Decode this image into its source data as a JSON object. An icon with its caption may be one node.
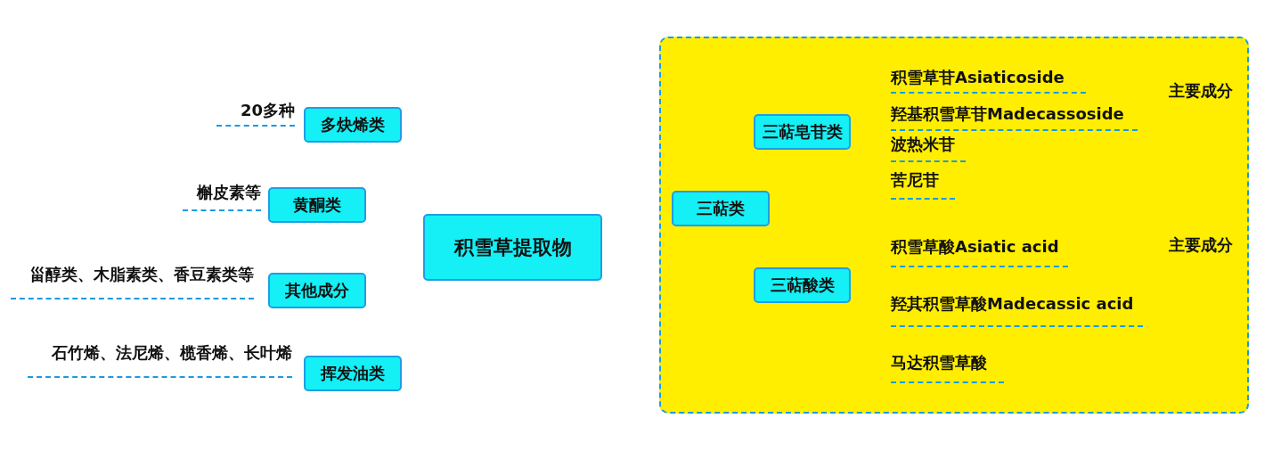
{
  "diagram": {
    "nodes": [
      {
        "text": [
          "20多种"
        ]
      },
      {
        "text": [
          "多炔烯类"
        ]
      },
      {
        "text": [
          "槲皮素等"
        ]
      },
      {
        "text": [
          "黄酮类"
        ]
      },
      {
        "text": [
          "甾醇类、木脂素类、香豆素类等"
        ]
      },
      {
        "text": [
          "其他成分"
        ]
      },
      {
        "text": [
          "石竹烯、法尼烯、榄香烯、长叶烯"
        ]
      },
      {
        "text": [
          "挥发油类"
        ]
      },
      {
        "text": [
          "积雪草提取物"
        ]
      },
      {
        "text": [],
        "shape": "box"
      },
      {
        "text": [
          "三萜类"
        ],
        "in": 9
      },
      {
        "text": [
          "三萜皂苷类"
        ],
        "in": 9
      },
      {
        "text": [
          "积雪草苷Asiaticoside"
        ],
        "in": 9
      },
      {
        "text": [
          "羟基积雪草苷Madecassoside"
        ],
        "in": 9
      },
      {
        "text": [
          "波热米苷"
        ],
        "in": 9
      },
      {
        "text": [
          "苦尼苷"
        ],
        "in": 9
      },
      {
        "text": [
          "三萜酸类"
        ],
        "in": 9
      },
      {
        "text": [
          "积雪草酸Asiatic acid"
        ],
        "in": 9
      },
      {
        "text": [
          "羟其积雪草酸Madecassic acid"
        ],
        "in": 9
      },
      {
        "text": [
          "马达积雪草酸"
        ],
        "in": 9
      }
    ],
    "edges": [],
    "labels": [
      "主要成分",
      "主要成分"
    ]
  }
}
